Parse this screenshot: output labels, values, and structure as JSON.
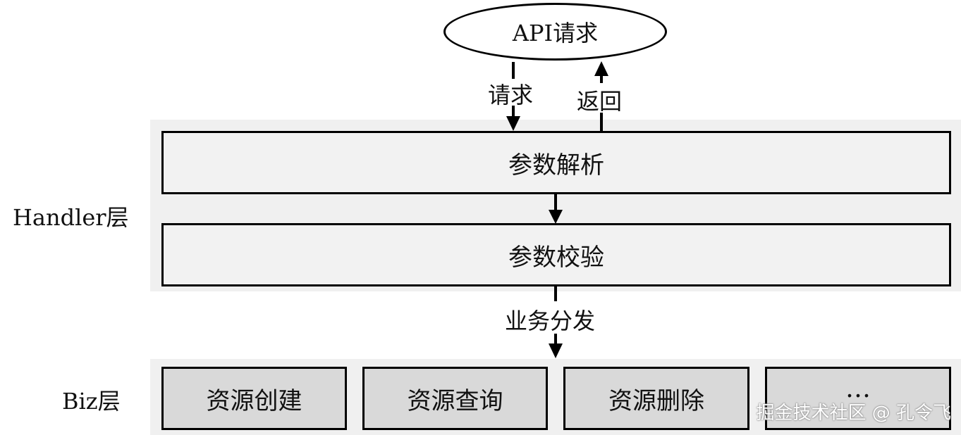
{
  "api": {
    "label": "API请求"
  },
  "arrows": {
    "request_label": "请求",
    "return_label": "返回",
    "dispatch_label": "业务分发"
  },
  "handler": {
    "layer_label": "Handler层",
    "parse": "参数解析",
    "validate": "参数校验"
  },
  "biz": {
    "layer_label": "Biz层",
    "items": [
      "资源创建",
      "资源查询",
      "资源删除",
      "…"
    ]
  },
  "watermark": "掘金技术社区 @ 孔令飞"
}
